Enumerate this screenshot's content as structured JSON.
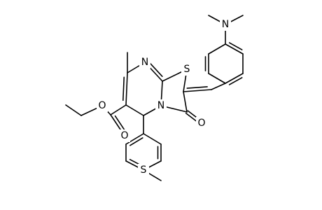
{
  "molecule": {
    "atom_labels": {
      "n_dimethyl": "N",
      "n_ring": "N",
      "n_fused": "N",
      "s_thiazole": "S",
      "o_ketone": "O",
      "o_ester_carbonyl": "O",
      "o_ester_ether": "O",
      "s_thioether": "S"
    }
  }
}
